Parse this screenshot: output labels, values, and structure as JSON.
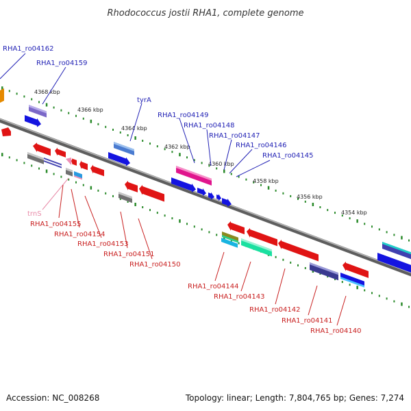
{
  "title": "Rhodococcus jostii RHA1, complete genome",
  "accession": "Accession: NC_008268",
  "summary": "Topology: linear; Length: 7,804,765 bp; Genes: 7,274",
  "scale_ticks": [
    "4368 kbp",
    "4366 kbp",
    "4364 kbp",
    "4362 kbp",
    "4360 kbp",
    "4358 kbp",
    "4356 kbp",
    "4354 kbp"
  ],
  "colors": {
    "forward_label": "#1f1fb4",
    "reverse_label": "#c81e1e",
    "rna_label": "#e88aa8",
    "backbone": "#808080",
    "tick_dots": "#2a8a2a"
  },
  "forward_labels": [
    "RHA1_ro04162",
    "RHA1_ro04159",
    "tyrA",
    "RHA1_ro04149",
    "RHA1_ro04148",
    "RHA1_ro04147",
    "RHA1_ro04146",
    "RHA1_ro04145"
  ],
  "reverse_labels": [
    "trnS",
    "RHA1_ro04155",
    "RHA1_ro04154",
    "RHA1_ro04153",
    "RHA1_ro04151",
    "RHA1_ro04150",
    "RHA1_ro04144",
    "RHA1_ro04143",
    "RHA1_ro04142",
    "RHA1_ro04141",
    "RHA1_ro04140"
  ]
}
